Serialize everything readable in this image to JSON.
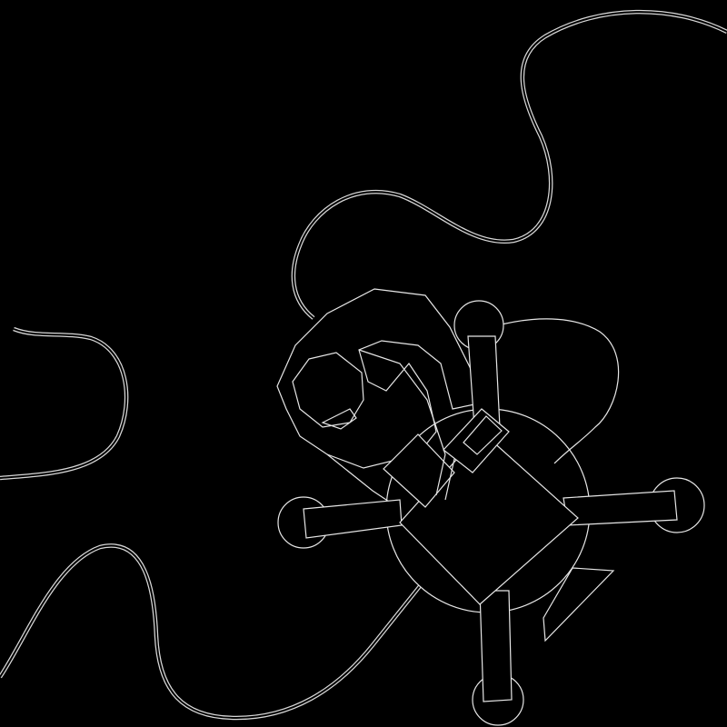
{
  "scene": {
    "background": "#000000",
    "stroke_color": "#e6e6e6",
    "objects": [
      "cable",
      "person",
      "drone"
    ]
  }
}
